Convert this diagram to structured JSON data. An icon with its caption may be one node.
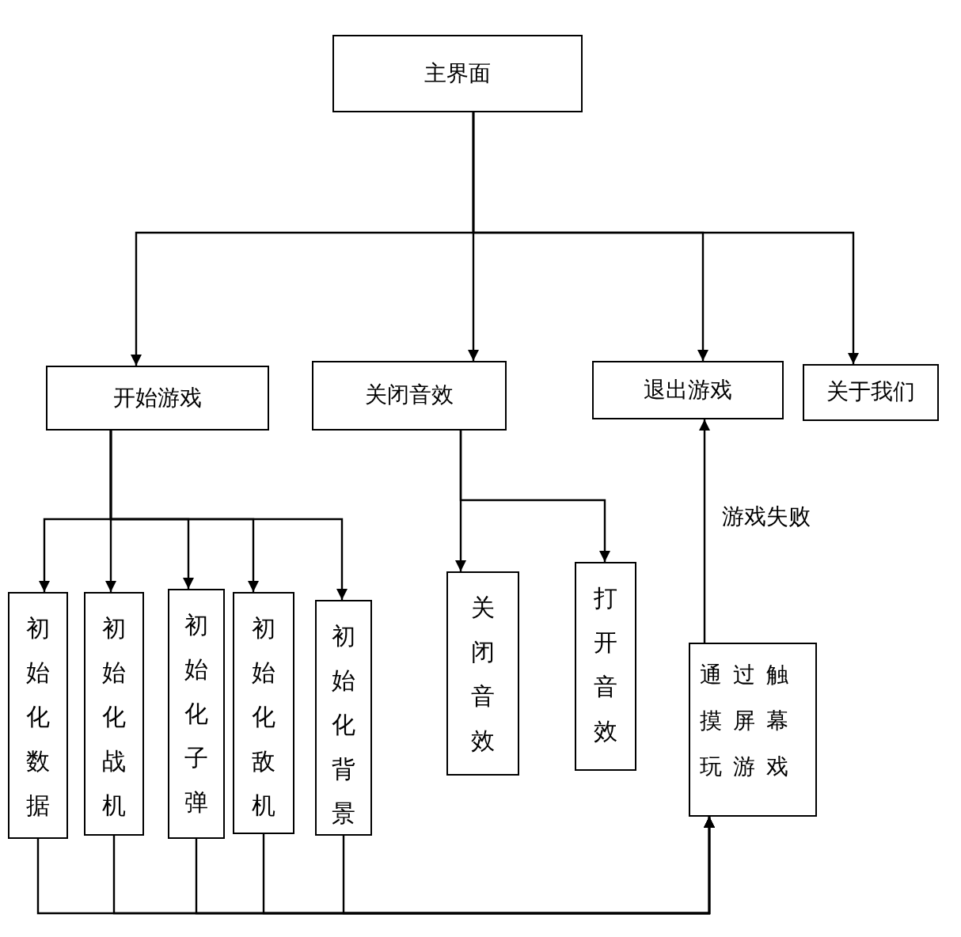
{
  "diagram": {
    "nodes": [
      {
        "text": [
          "主界面"
        ]
      },
      {
        "text": [
          "开始游戏"
        ]
      },
      {
        "text": [
          "关闭音效"
        ]
      },
      {
        "text": [
          "退出游戏"
        ]
      },
      {
        "text": [
          "关于我们"
        ]
      },
      {
        "text": [
          "初始化数据"
        ]
      },
      {
        "text": [
          "初始化战机"
        ]
      },
      {
        "text": [
          "初始化子弹"
        ]
      },
      {
        "text": [
          "初始化敌机"
        ]
      },
      {
        "text": [
          "初始化背景"
        ]
      },
      {
        "text": [
          "关闭音效"
        ]
      },
      {
        "text": [
          "打开音效"
        ]
      },
      {
        "text": [
          "通过触摸屏幕玩游戏"
        ]
      }
    ],
    "edges": [
      {
        "from": 0,
        "to": 1,
        "arrow": "to"
      },
      {
        "from": 0,
        "to": 2,
        "arrow": "to"
      },
      {
        "from": 0,
        "to": 3,
        "arrow": "to"
      },
      {
        "from": 0,
        "to": 4,
        "arrow": "to"
      },
      {
        "from": 1,
        "to": 5,
        "arrow": "to"
      },
      {
        "from": 1,
        "to": 6,
        "arrow": "to"
      },
      {
        "from": 1,
        "to": 7,
        "arrow": "to"
      },
      {
        "from": 1,
        "to": 8,
        "arrow": "to"
      },
      {
        "from": 1,
        "to": 9,
        "arrow": "to"
      },
      {
        "from": 2,
        "to": 10,
        "arrow": "to"
      },
      {
        "from": 2,
        "to": 11,
        "arrow": "to"
      },
      {
        "from": 5,
        "to": 12,
        "arrow": "to"
      },
      {
        "from": 6,
        "to": 12,
        "arrow": "to"
      },
      {
        "from": 7,
        "to": 12,
        "arrow": "to"
      },
      {
        "from": 8,
        "to": 12,
        "arrow": "to"
      },
      {
        "from": 9,
        "to": 12,
        "arrow": "to"
      },
      {
        "from": 12,
        "to": 3,
        "label": "游戏失败",
        "arrow": "to"
      }
    ]
  }
}
